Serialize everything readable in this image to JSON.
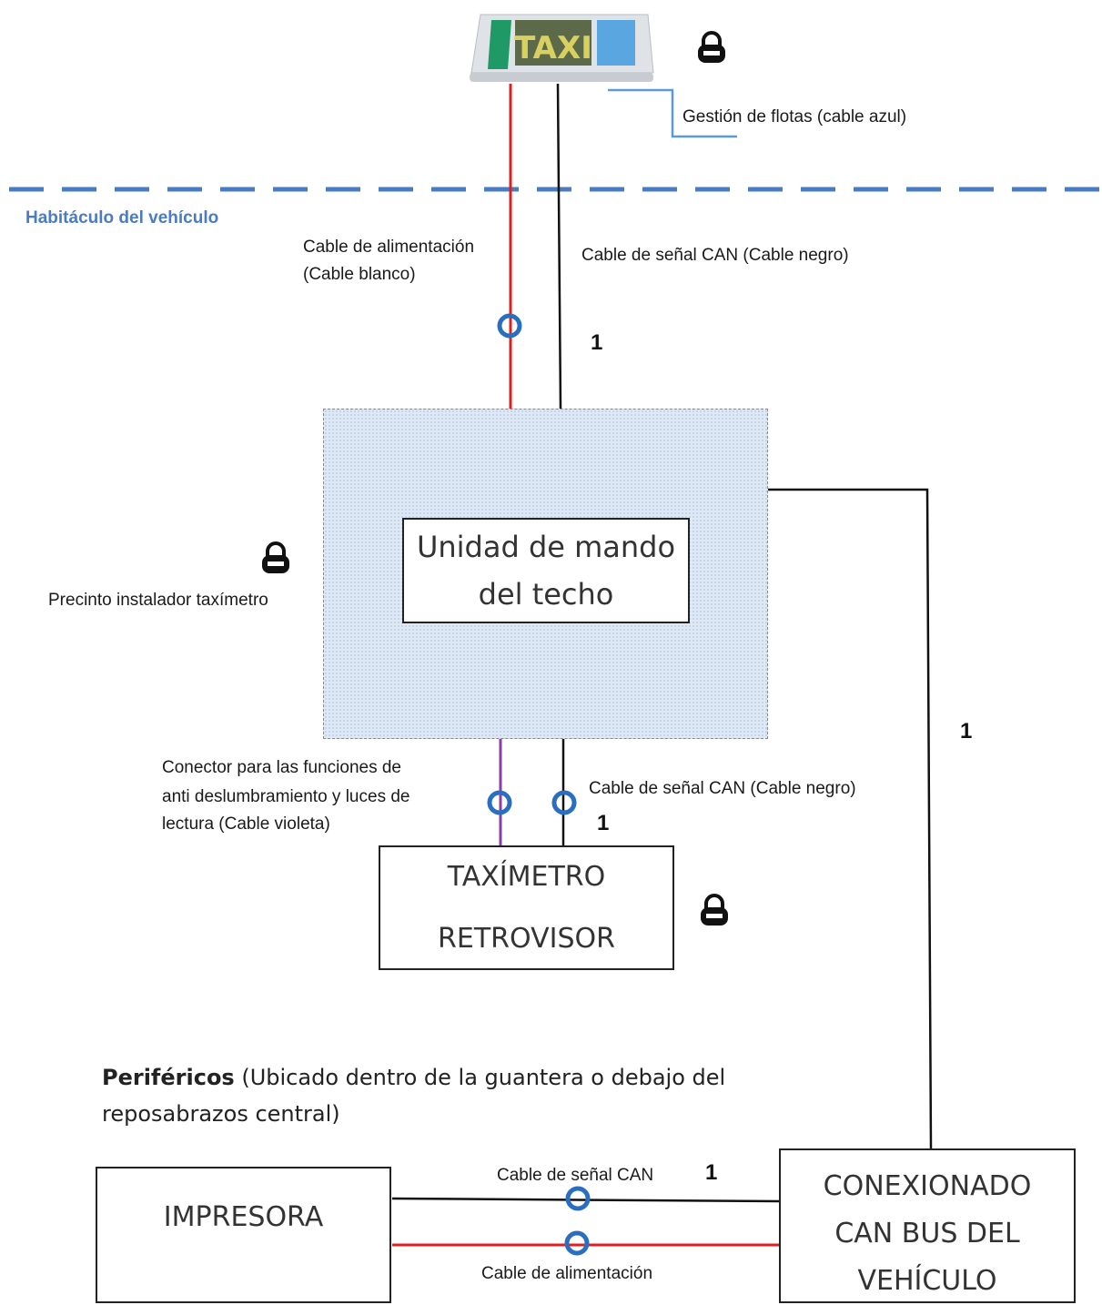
{
  "top": {
    "taxi_sign_text": "TAXI",
    "fleet_label": "Gestión de flotas (cable azul)"
  },
  "zone": {
    "label": "Habitáculo del vehículo"
  },
  "upper_cables": {
    "power_line1": "Cable de alimentación",
    "power_line2": "(Cable blanco)",
    "can_label": "Cable de señal CAN (Cable negro)",
    "can_number": "1"
  },
  "roof_unit": {
    "line1": "Unidad de mando",
    "line2": "del techo",
    "seal_label": "Precinto instalador taxímetro",
    "side_link_number": "1"
  },
  "middle_cables": {
    "violet_line1": "Conector para las funciones de",
    "violet_line2": "anti deslumbramiento y luces de",
    "violet_line3": "lectura (Cable violeta)",
    "can_label": "Cable de señal CAN (Cable negro)",
    "can_number": "1"
  },
  "taximeter": {
    "line1": "TAXÍMETRO",
    "line2": "RETROVISOR"
  },
  "peripherals": {
    "title_bold": "Periféricos",
    "title_rest": " (Ubicado dentro de la guantera o debajo del",
    "title_line2": "reposabrazos central)"
  },
  "printer": {
    "label": "IMPRESORA"
  },
  "bottom_cables": {
    "can_label": "Cable de señal CAN",
    "can_number": "1",
    "power_label": "Cable de alimentación"
  },
  "vehicle_bus": {
    "line1": "CONEXIONADO",
    "line2": "CAN BUS DEL",
    "line3": "VEHÍCULO"
  },
  "colors": {
    "power_cable": "#e02020",
    "can_cable": "#111111",
    "fleet_cable": "#5a9ad6",
    "violet_cable": "#8a3fa6",
    "seal_ring": "#2a6fbf",
    "zone_divider": "#4a7cc4"
  },
  "icons": [
    "taxi-sign-icon",
    "padlock-seal-icon",
    "cable-seal-icon"
  ]
}
